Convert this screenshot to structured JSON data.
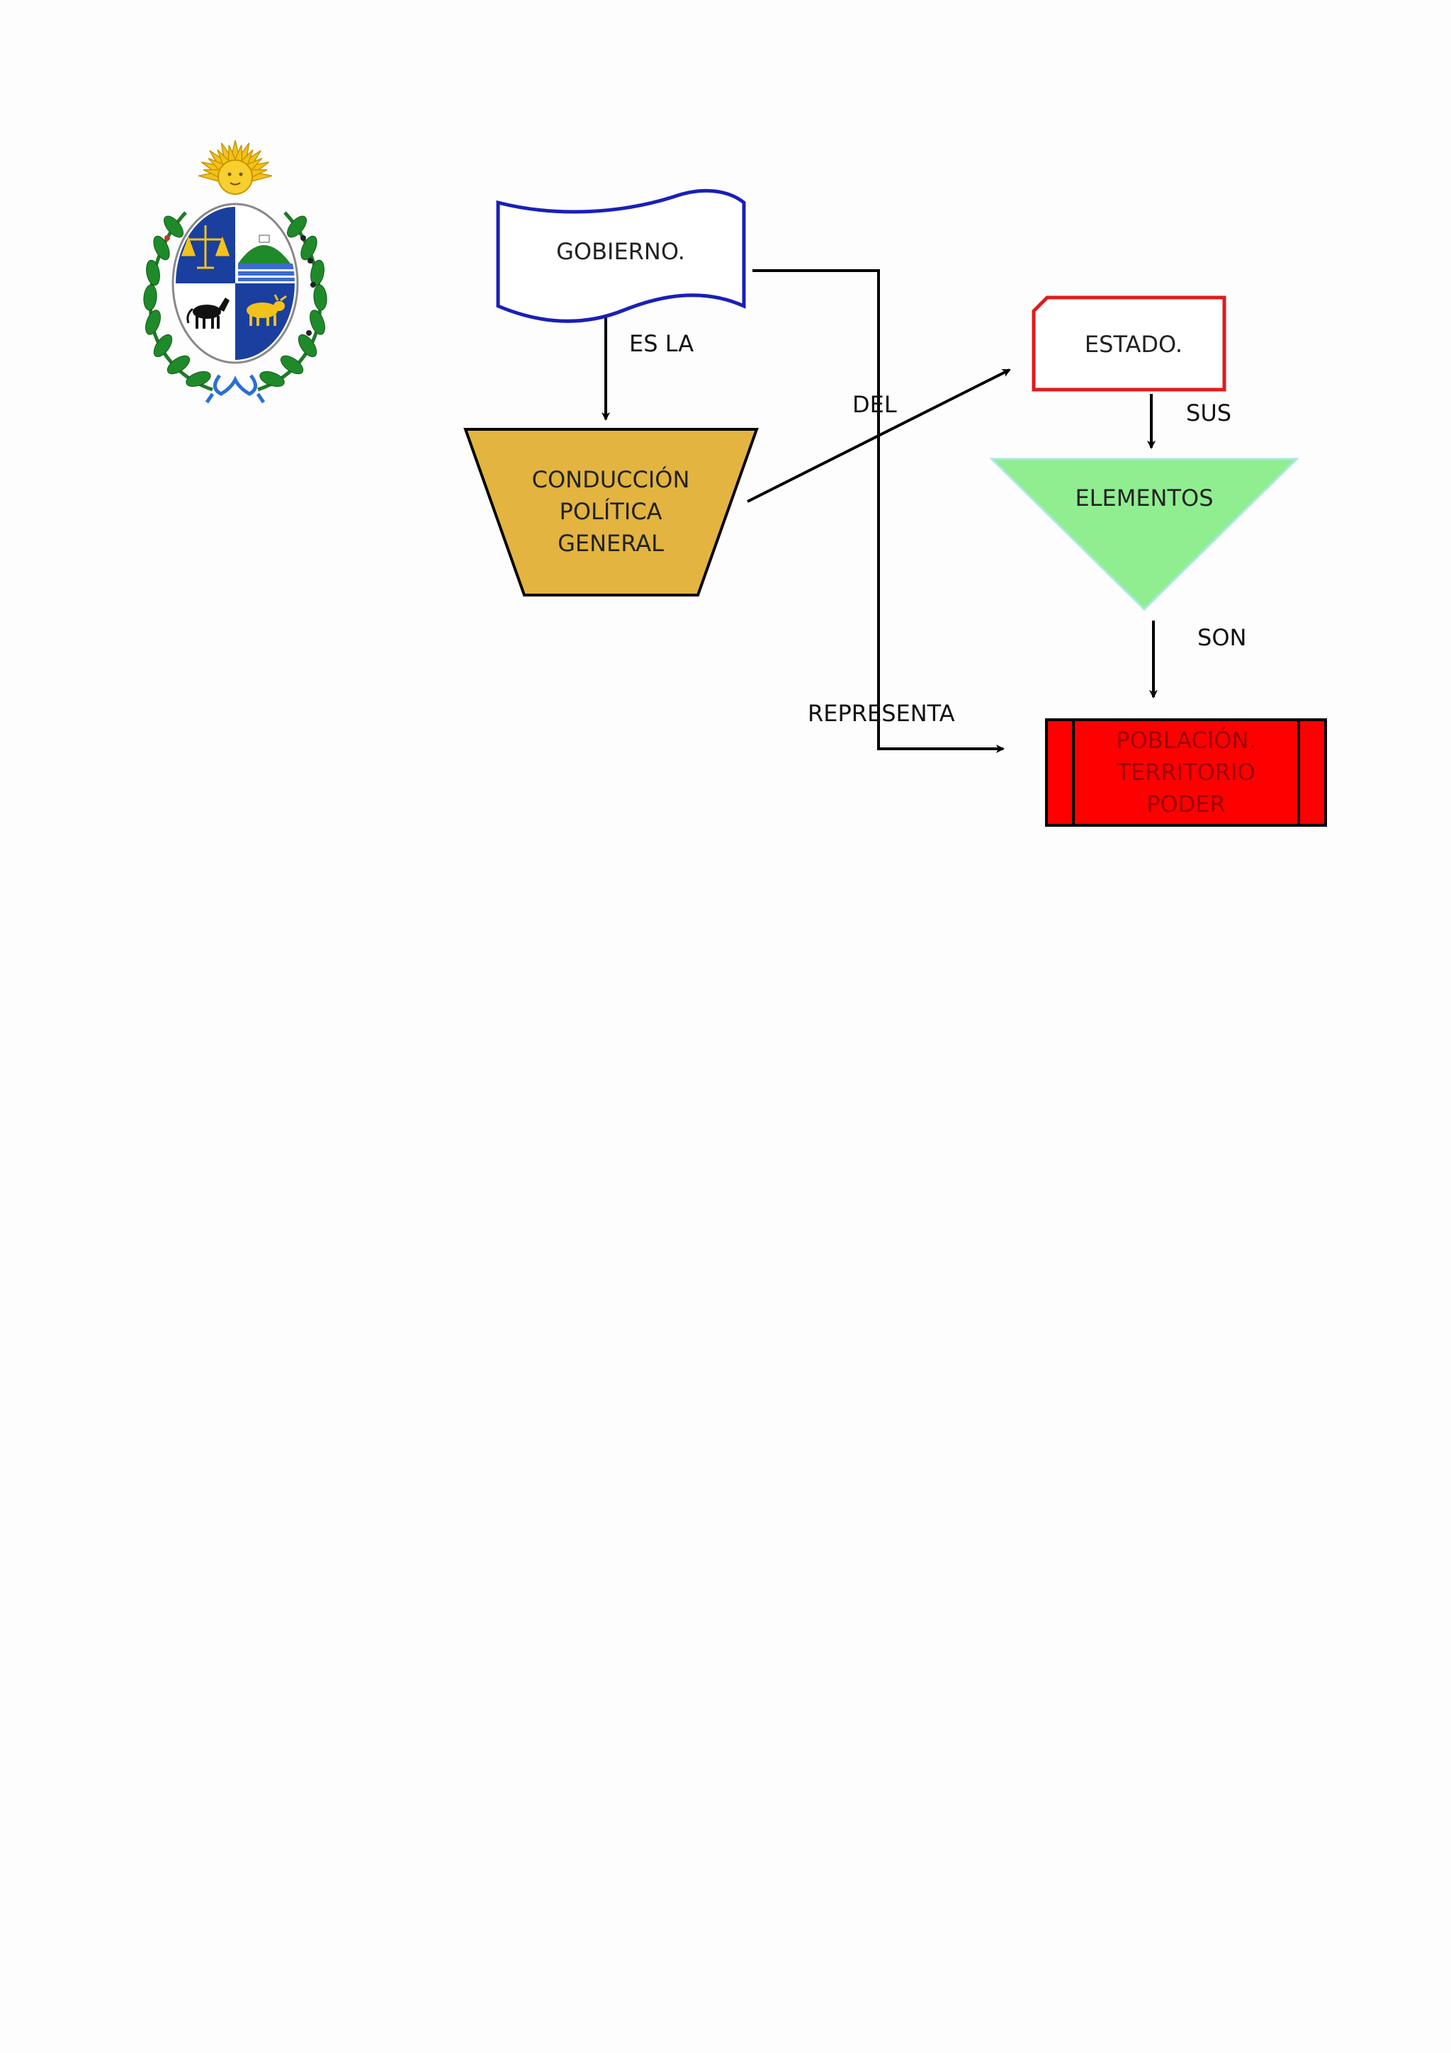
{
  "diagram": {
    "nodes": {
      "gobierno": {
        "label": "GOBIERNO.",
        "color": "#1a1fb8"
      },
      "conduccion": {
        "lines": [
          "CONDUCCIÓN",
          "POLÍTICA",
          "GENERAL"
        ],
        "color": "#e3b43f"
      },
      "estado": {
        "label": "ESTADO.",
        "color": "#e01b1b"
      },
      "elementos": {
        "label": "ELEMENTOS",
        "color": "#90ee90"
      },
      "poblacion": {
        "lines": [
          "POBLACIÓN.",
          "TERRITORIO",
          "PODER"
        ],
        "color": "#ff0000"
      }
    },
    "edges": {
      "es_la": "ES LA",
      "del": "DEL",
      "sus": "SUS",
      "son": "SON",
      "representa": "REPRESENTA"
    }
  },
  "emblem": {
    "icon": "coat-of-arms-uruguay-icon",
    "colors": {
      "sun": "#f2c21a",
      "shield_blue": "#1a3f9e",
      "laurel": "#1f8a2a",
      "ribbon": "#2a6fd6"
    }
  }
}
